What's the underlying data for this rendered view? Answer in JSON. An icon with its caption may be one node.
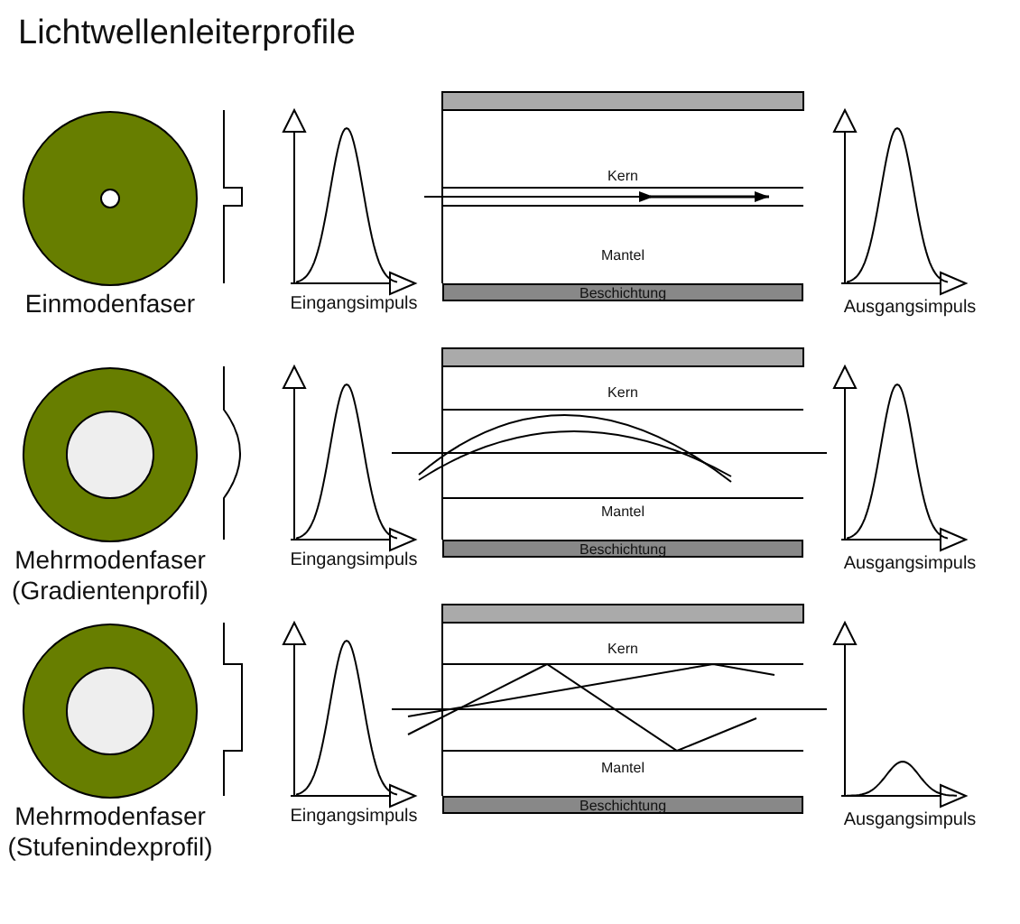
{
  "diagram": {
    "title": "Lichtwellenleiterprofile",
    "labels": [
      "Kern",
      "Mantel",
      "Einmodenfaser",
      "Eingangsimpuls",
      "Beschichtung",
      "Ausgangsimpuls",
      "Kern",
      "Mantel",
      "Mehrmodenfaser (Gradientenprofil)",
      "Eingangsimpuls",
      "Beschichtung",
      "Ausgangsimpuls",
      "Kern",
      "Mantel",
      "Mehrmodenfaser (Stufenindexprofil)",
      "Eingangsimpuls",
      "Beschichtung",
      "Ausgangsimpuls"
    ]
  }
}
